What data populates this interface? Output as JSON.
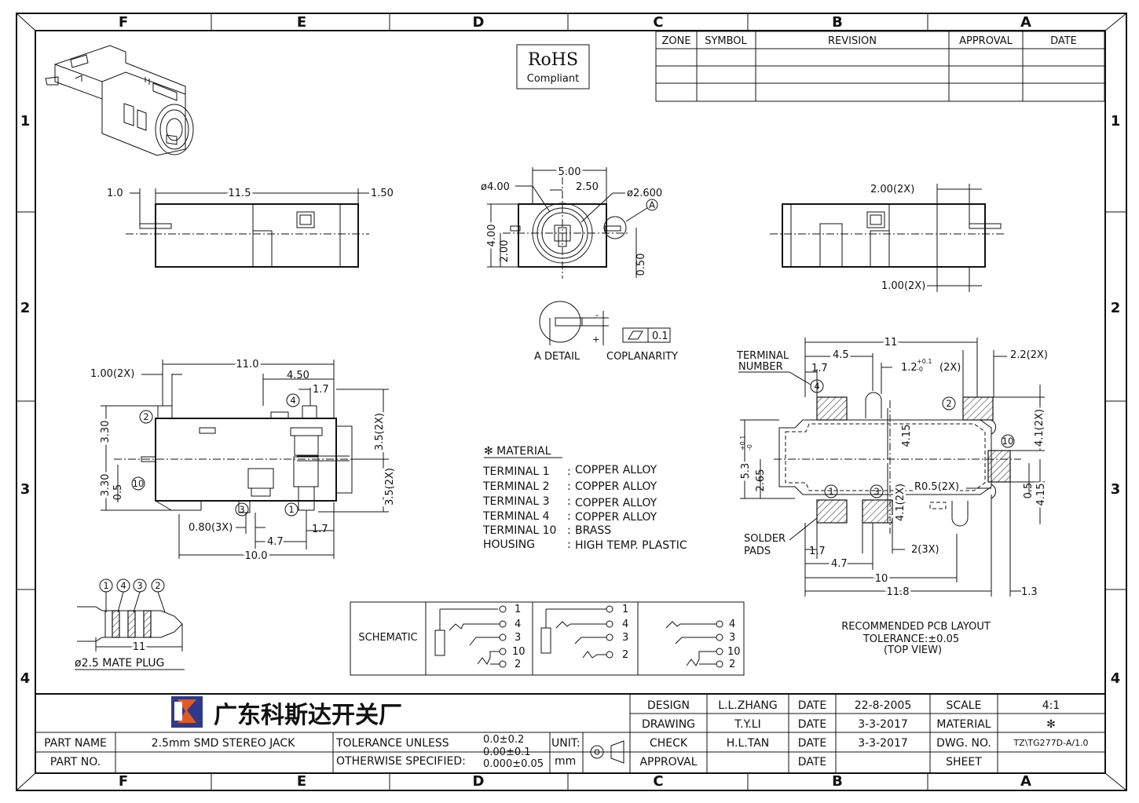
{
  "zone_letters": [
    "F",
    "E",
    "D",
    "C",
    "B",
    "A"
  ],
  "zone_numbers": [
    "1",
    "2",
    "3",
    "4"
  ],
  "revision_table": {
    "headers": [
      "ZONE",
      "SYMBOL",
      "REVISION",
      "APPROVAL",
      "DATE"
    ]
  },
  "rohs": {
    "title": "RoHS",
    "subtitle": "Compliant"
  },
  "dims": {
    "side_left": [
      "1.0",
      "11.5",
      "1.50"
    ],
    "front": [
      "5.00",
      "ø4.00",
      "2.50",
      "ø2.600",
      "4.00",
      "2.00",
      "0.50",
      "A"
    ],
    "side_right": [
      "2.00(2X)",
      "1.00(2X)"
    ],
    "detail": [
      "A DETAIL",
      "COPLANARITY",
      "0.1",
      "-",
      "+"
    ],
    "top": [
      "11.0",
      "1.00(2X)",
      "4.50",
      "1.7",
      "3.30",
      "3.30",
      "0.5",
      "3.5(2X)",
      "3.5(2X)",
      "0.80(3X)",
      "4.7",
      "1.7",
      "10.0"
    ],
    "pcb": [
      "11",
      "4.5",
      "2.2(2X)",
      "1.7",
      "1.2",
      "+0.1",
      "-0",
      "(2X)",
      "4.15",
      "5.3",
      "+0.1",
      "-0",
      "2.65",
      "4.1(2X)",
      "R0.5(2X)",
      "4.1(2X)",
      "0.5",
      "4.15",
      "1.7",
      "4.7",
      "2(3X)",
      "10",
      "11.8",
      "1.3"
    ]
  },
  "terminal_numbers": [
    "1",
    "2",
    "3",
    "4",
    "10"
  ],
  "labels": {
    "terminal_number": [
      "TERMINAL",
      "NUMBER"
    ],
    "solder_pads": [
      "SOLDER",
      "PADS"
    ],
    "pcb_caption": [
      "RECOMMENDED PCB LAYOUT",
      "TOLERANCE:±0.05",
      "(TOP VIEW)"
    ],
    "mate_plug": "ø2.5 MATE PLUG",
    "plug_length": "11",
    "plug_rings": [
      "1",
      "4",
      "3",
      "2"
    ]
  },
  "material": {
    "title": "✻ MATERIAL",
    "rows": [
      {
        "name": "TERMINAL  1",
        "value": "COPPER  ALLOY"
      },
      {
        "name": "TERMINAL  2",
        "value": "COPPER  ALLOY"
      },
      {
        "name": "TERMINAL  3",
        "value": "COPPER  ALLOY"
      },
      {
        "name": "TERMINAL  4",
        "value": "COPPER  ALLOY"
      },
      {
        "name": "TERMINAL 10",
        "value": "BRASS"
      },
      {
        "name": "HOUSING",
        "value": "HIGH  TEMP.  PLASTIC"
      }
    ]
  },
  "schematic": {
    "label": "SCHEMATIC",
    "panel1": [
      "1",
      "4",
      "3",
      "10",
      "2"
    ],
    "panel2": [
      "1",
      "4",
      "3",
      "2"
    ],
    "panel3": [
      "4",
      "3",
      "10",
      "2"
    ]
  },
  "title_block": {
    "company": "广东科斯达开关厂",
    "design_label": "DESIGN",
    "design_name": "L.L.ZHANG",
    "drawing_label": "DRAWING",
    "drawing_name": "T.Y.LI",
    "check_label": "CHECK",
    "check_name": "H.L.TAN",
    "approval_label": "APPROVAL",
    "date_label": "DATE",
    "date1": "22-8-2005",
    "date2": "3-3-2017",
    "date3": "3-3-2017",
    "scale_label": "SCALE",
    "scale_value": "4:1",
    "material_label": "MATERIAL",
    "material_value": "✻",
    "dwg_label": "DWG. NO.",
    "dwg_value": "TZ\\TG277D-A/1.0",
    "sheet_label": "SHEET",
    "part_name_label": "PART NAME",
    "part_name_value": "2.5mm  SMD  STEREO  JACK",
    "part_no_label": "PART NO.",
    "tol_line1": "TOLERANCE  UNLESS",
    "tol_line2": "OTHERWISE  SPECIFIED:",
    "tol_vals": [
      "0.0±0.2",
      "0.00±0.1",
      "0.000±0.05"
    ],
    "unit_label": "UNIT:",
    "unit_value": "mm"
  }
}
